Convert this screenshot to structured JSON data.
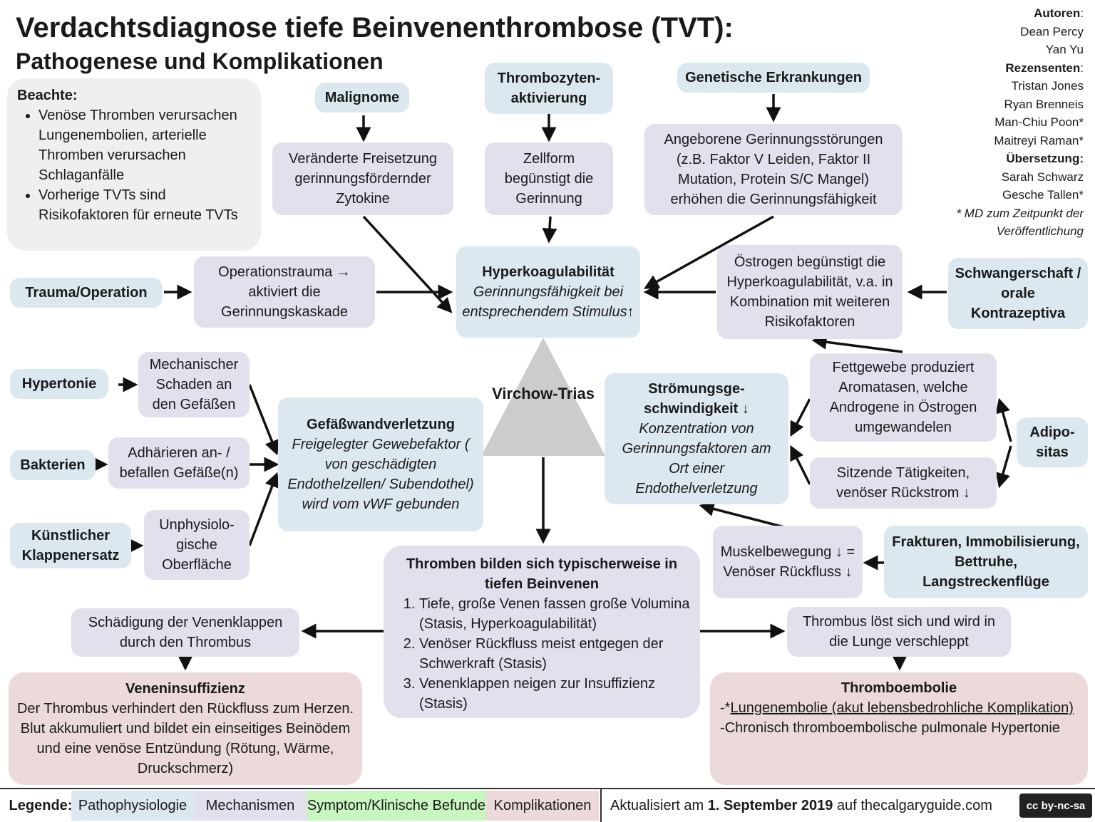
{
  "header": {
    "title": "Verdachtsdiagnose tiefe Beinvenenthrombose (TVT):",
    "subtitle": "Pathogenese und Komplikationen"
  },
  "credits": {
    "authors_label": "Autoren",
    "authors": [
      "Dean Percy",
      "Yan Yu"
    ],
    "reviewers_label": "Rezensenten",
    "reviewers": [
      "Tristan Jones",
      "Ryan Brenneis",
      "Man-Chiu Poon*",
      "Maitreyi Raman*"
    ],
    "translation_label": "Übersetzung:",
    "translators": [
      "Sarah Schwarz",
      "Gesche Tallen*"
    ],
    "footnote_1": "* MD zum Zeitpunkt der",
    "footnote_2": "Veröffentlichung"
  },
  "note": {
    "heading": "Beachte:",
    "bullets": [
      "Venöse Thromben verursachen Lungenembolien, arterielle Thromben verursachen Schlaganfälle",
      "Vorherige TVTs sind Risikofaktoren für erneute TVTs"
    ]
  },
  "nodes": {
    "malignome": "Malignome",
    "malignome_effect": "Veränderte Freisetzung gerinnungsfördernder Zytokine",
    "thrombozyten": "Thrombozyten-aktivierung",
    "zellform": "Zellform begünstigt die Gerinnung",
    "genetisch": "Genetische Erkrankungen",
    "angeboren": "Angeborene Gerinnungsstörungen (z.B. Faktor V Leiden, Faktor II Mutation, Protein S/C Mangel) erhöhen die Gerinnungsfähigkeit",
    "trauma": "Trauma/Operation",
    "operationstrauma": "Operationstrauma → aktiviert die Gerinnungskaskade",
    "hyper_title": "Hyperkoagulabilität",
    "hyper_text": "Gerinnungsfähigkeit bei entsprechendem Stimulus↑",
    "oestrogen": "Östrogen begünstigt die Hyperkoagulabilität, v.a. in Kombination mit weiteren Risikofaktoren",
    "schwangerschaft": "Schwangerschaft / orale Kontrazeptiva",
    "virchow": "Virchow-Trias",
    "hypertonie": "Hypertonie",
    "mech_schaden": "Mechanischer Schaden an den Gefäßen",
    "bakterien": "Bakterien",
    "adhaerieren": "Adhärieren an- / befallen Gefäße(n)",
    "klappenersatz": "Künstlicher Klappenersatz",
    "unphysiologisch": "Unphysiolo-gische Oberfläche",
    "gefaess_title": "Gefäßwandverletzung",
    "gefaess_text": "Freigelegter Gewebefaktor ( von geschädigten Endothelzellen/ Subendothel) wird vom vWF gebunden",
    "stroemung_title": "Strömungsge-schwindigkeit ↓",
    "stroemung_text": "Konzentration von Gerinnungsfaktoren am Ort einer Endothelverletzung",
    "fettgewebe": "Fettgewebe produziert Aromatasen, welche Androgene in Östrogen umgewandelen",
    "sitzend": "Sitzende Tätigkeiten, venöser Rückstrom ↓",
    "adipositas": "Adipo-sitas",
    "muskel": "Muskelbewegung ↓ = Venöser Rückfluss ↓",
    "frakturen": "Frakturen, Immobilisierung, Bettruhe, Langstreckenflüge",
    "thromben_title": "Thromben bilden sich typischerweise in tiefen Beinvenen",
    "thromben_items": [
      "Tiefe, große Venen fassen große Volumina (Stasis, Hyperkoagulabilität)",
      "Venöser Rückfluss meist entgegen der Schwerkraft (Stasis)",
      "Venenklappen neigen zur Insuffizienz (Stasis)"
    ],
    "venenklappen": "Schädigung der Venenklappen durch den Thrombus",
    "veneninsuff_title": "Veneninsuffizienz",
    "veneninsuff_text": "Der Thrombus verhindert den Rückfluss zum Herzen. Blut akkumuliert und bildet ein einseitiges Beinödem und eine venöse Entzündung (Rötung, Wärme, Druckschmerz)",
    "lunge": "Thrombus löst sich und wird in die Lunge verschleppt",
    "thromboembolie_title": "Thromboembolie",
    "thromboembolie_line1_prefix": "-*",
    "thromboembolie_line1": "Lungenembolie (akut lebensbedrohliche Komplikation)",
    "thromboembolie_line2": "-Chronisch thromboembolische pulmonale Hypertonie"
  },
  "legend": {
    "label": "Legende:",
    "items": [
      "Pathophysiologie",
      "Mechanismen",
      "Symptom/Klinische Befunde",
      "Komplikationen"
    ],
    "colors": [
      "#dce8ef",
      "#e3e0ee",
      "#c9f5c0",
      "#ecd9d9"
    ],
    "updated_prefix": "Aktualisiert am",
    "updated_date": "1. September 2019",
    "updated_mid": "auf",
    "site": "thecalgaryguide.com",
    "license": "cc by-nc-sa"
  }
}
